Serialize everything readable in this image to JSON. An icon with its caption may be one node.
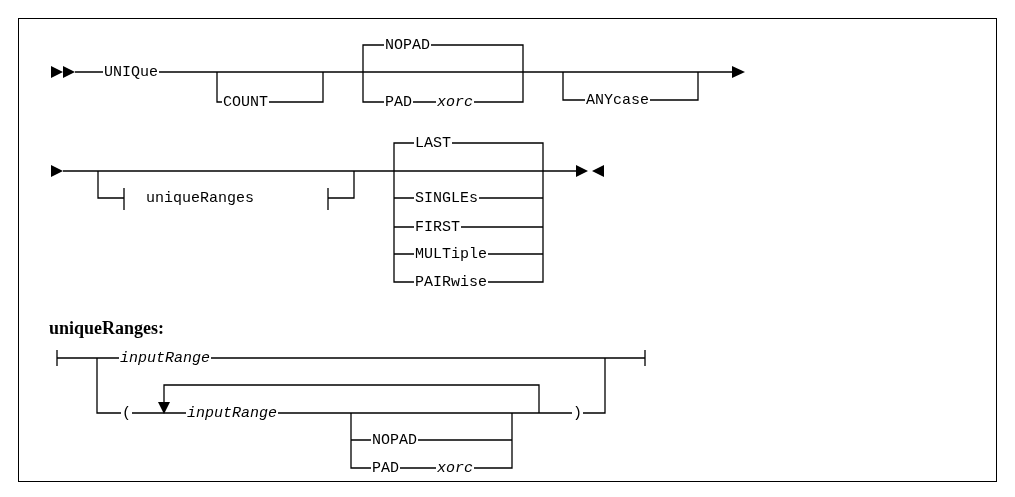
{
  "diagram": {
    "labels": [
      "UNIQue",
      "NOPAD",
      "COUNT",
      "PAD",
      "xorc",
      "ANYcase",
      "LAST",
      "uniqueRanges",
      "SINGLEs",
      "FIRST",
      "MULTiple",
      "PAIRwise",
      "uniqueRanges:",
      "inputRange",
      "(",
      "inputRange",
      ")",
      "NOPAD",
      "PAD",
      "xorc"
    ]
  }
}
